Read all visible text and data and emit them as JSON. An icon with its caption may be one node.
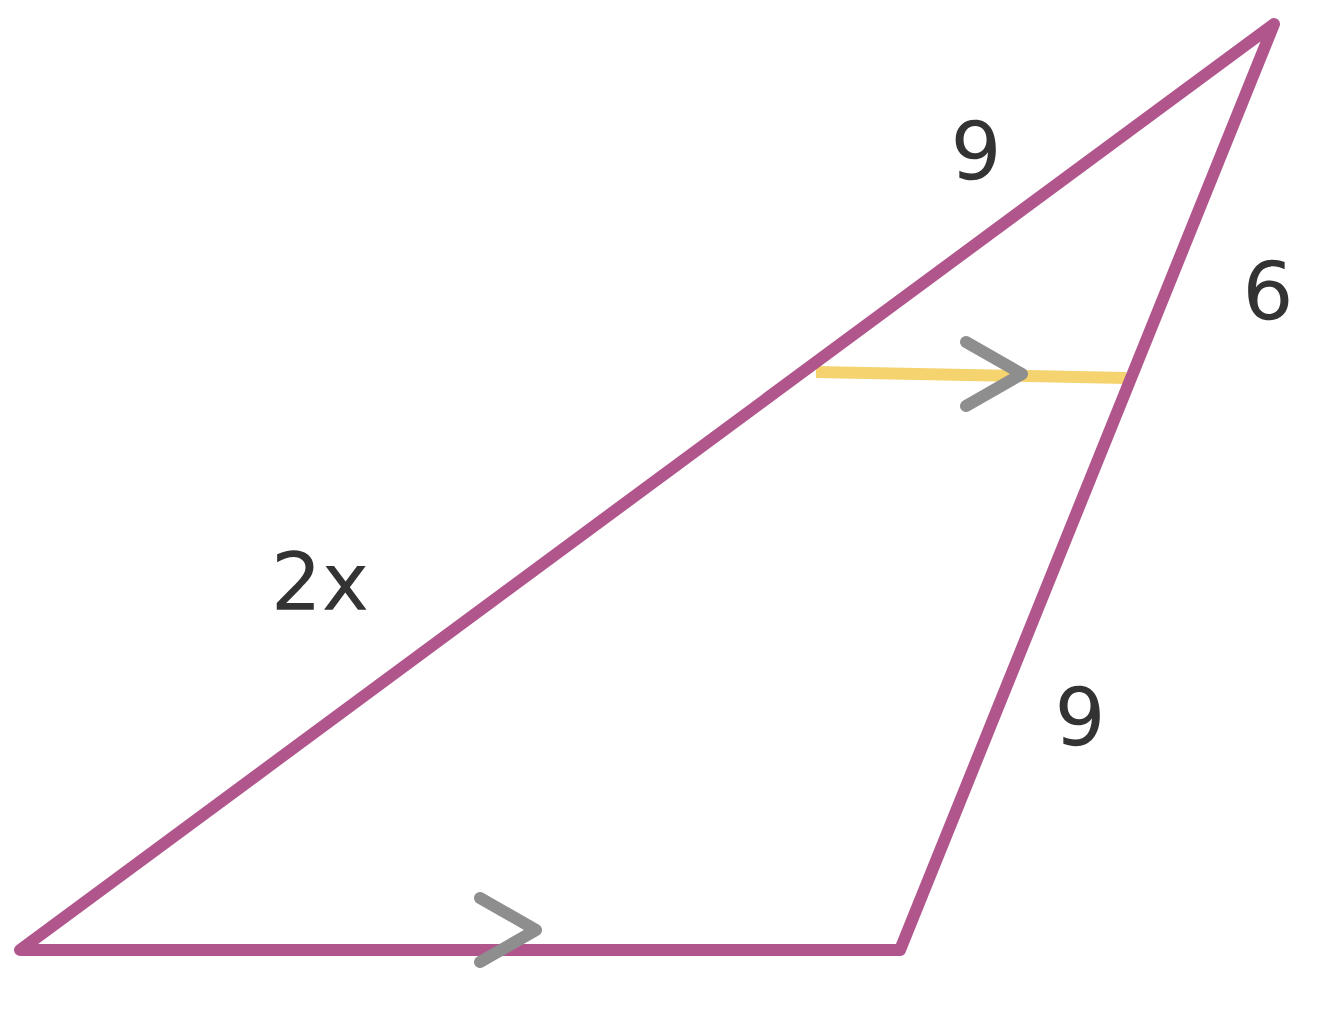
{
  "diagram": {
    "labels": [
      "9",
      "6",
      "2x",
      "9"
    ]
  }
}
